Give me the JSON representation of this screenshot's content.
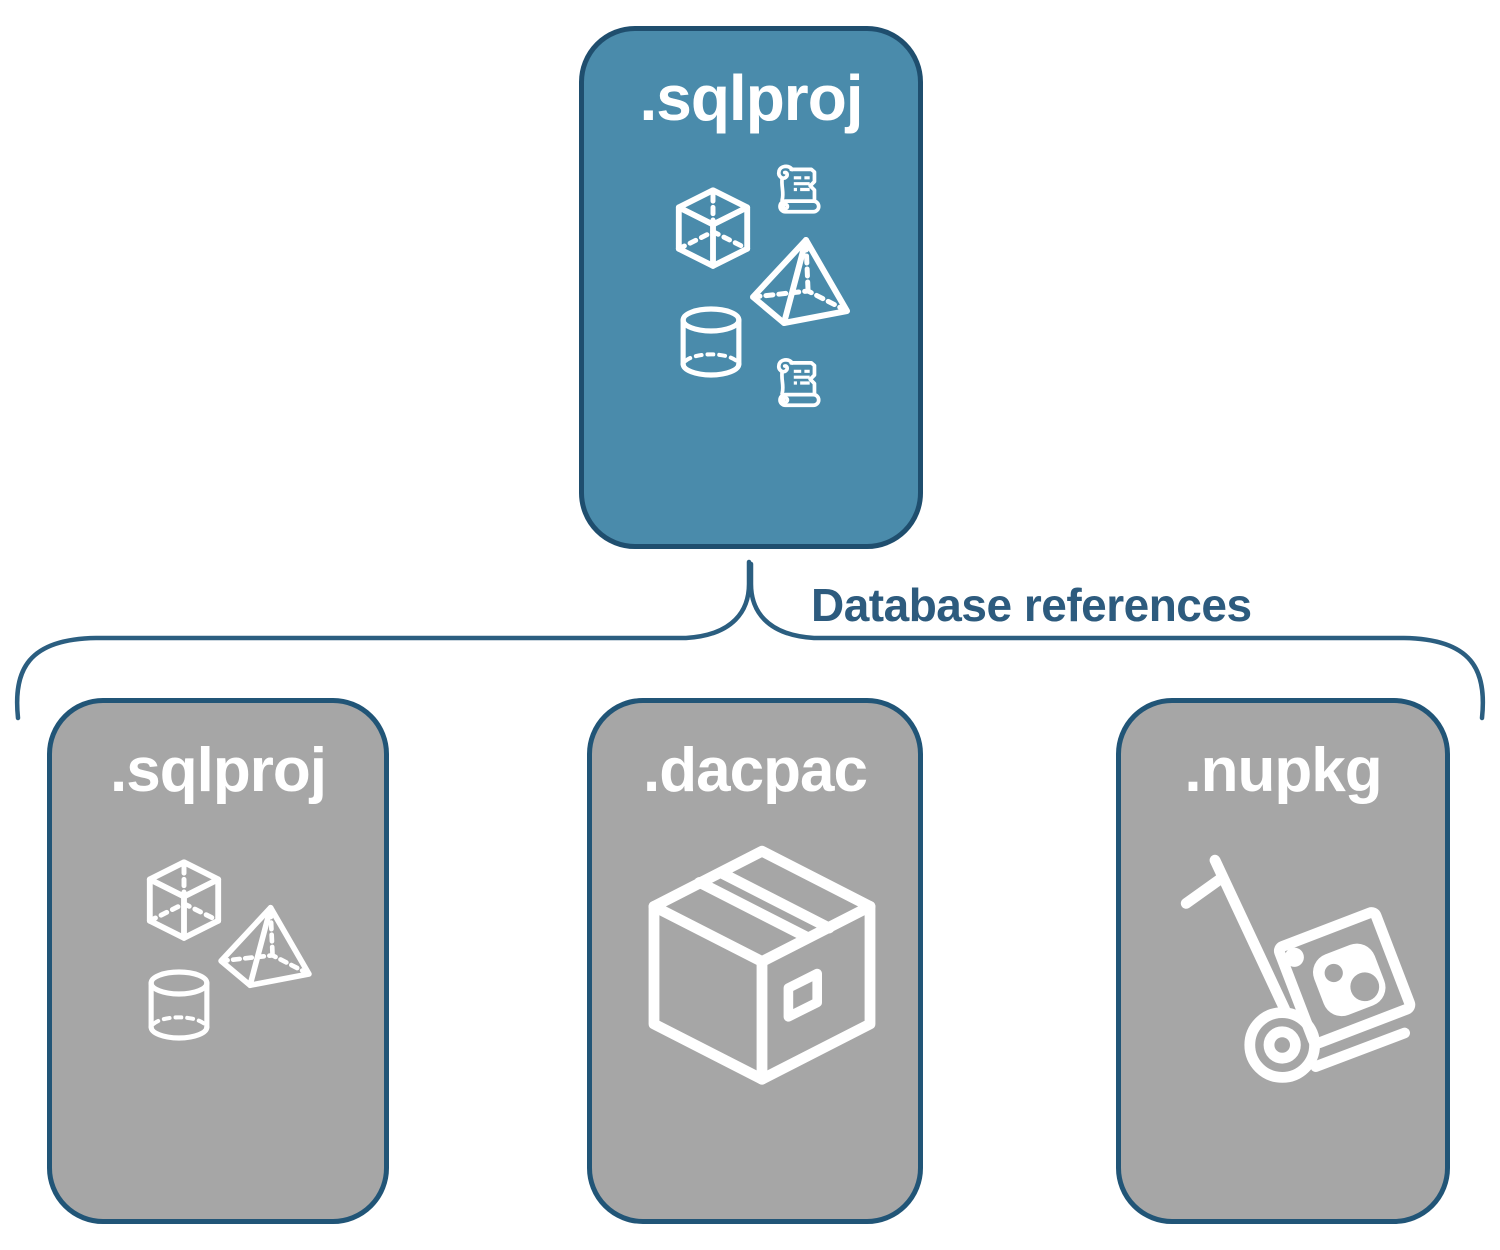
{
  "diagram": {
    "root_node": {
      "label": ".sqlproj",
      "fill": "#4a8bab",
      "border_color": "#1f4e6e",
      "text_color": "#ffffff",
      "icons": [
        "script-scroll",
        "cube",
        "pyramid",
        "cylinder",
        "script-scroll"
      ]
    },
    "connector": {
      "label": "Database references",
      "label_color": "#2d5b7e",
      "line_color": "#2b5e80"
    },
    "child_nodes": [
      {
        "label": ".sqlproj",
        "fill": "#a6a6a6",
        "text_color": "#ffffff",
        "icons": [
          "cube",
          "pyramid",
          "cylinder"
        ]
      },
      {
        "label": ".dacpac",
        "fill": "#a6a6a6",
        "text_color": "#ffffff",
        "icons": [
          "package-box"
        ]
      },
      {
        "label": ".nupkg",
        "fill": "#a6a6a6",
        "text_color": "#ffffff",
        "icons": [
          "hand-truck-nuget-package"
        ]
      }
    ]
  }
}
